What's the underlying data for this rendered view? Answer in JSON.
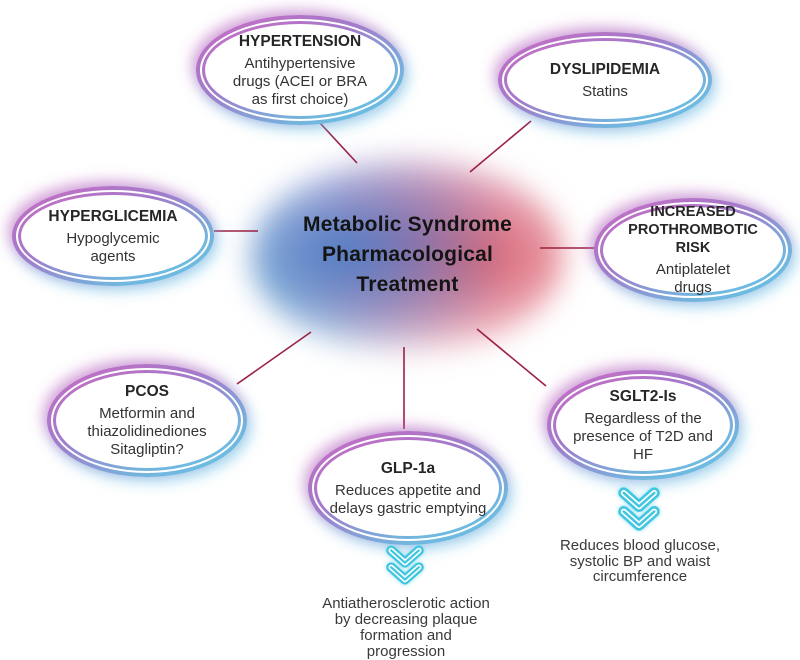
{
  "title": "Metabolic Syndrome Pharmacological Treatment",
  "center": {
    "lines": [
      "Metabolic Syndrome",
      "Pharmacological",
      "Treatment"
    ]
  },
  "nodes": [
    {
      "id": "hypertension",
      "title": "HYPERTENSION",
      "body": "Antihypertensive drugs (ACEI or BRA as first choice)"
    },
    {
      "id": "dyslipidemia",
      "title": "DYSLIPIDEMIA",
      "body": "Statins"
    },
    {
      "id": "hyperglicemia",
      "title": "HYPERGLICEMIA",
      "body": "Hypoglycemic agents"
    },
    {
      "id": "prothrombotic",
      "title": "INCREASED PROTHROMBOTIC RISK",
      "body": "Antiplatelet drugs"
    },
    {
      "id": "pcos",
      "title": "PCOS",
      "body": "Metformin and thiazolidinediones Sitagliptin?"
    },
    {
      "id": "glp1a",
      "title": "GLP-1a",
      "body": "Reduces appetite and delays gastric emptying",
      "caption": "Antiatherosclerotic action by decreasing plaque formation and progression"
    },
    {
      "id": "sglt2",
      "title": "SGLT2-Is",
      "body": "Regardless of the presence of T2D and HF",
      "caption": "Reduces blood glucose, systolic BP and waist circumference"
    }
  ],
  "connections": [
    "center-hypertension",
    "center-dyslipidemia",
    "center-hyperglicemia",
    "center-prothrombotic",
    "center-pcos",
    "center-glp1a",
    "center-sglt2"
  ],
  "icons": {
    "glp1a_arrow": "double-chevron-down",
    "sglt2_arrow": "double-chevron-down"
  },
  "colors": {
    "connector_line": "#9c2044",
    "ring_pink": "#c36ec4",
    "ring_purple": "#a27bca",
    "ring_cyan": "#63c6e7",
    "chevron_cyan": "#3fc6e0",
    "blob_blue": "#4a7ec6",
    "blob_purple": "#a05fbe",
    "blob_red": "#e05f69",
    "text_dark": "#141414"
  }
}
